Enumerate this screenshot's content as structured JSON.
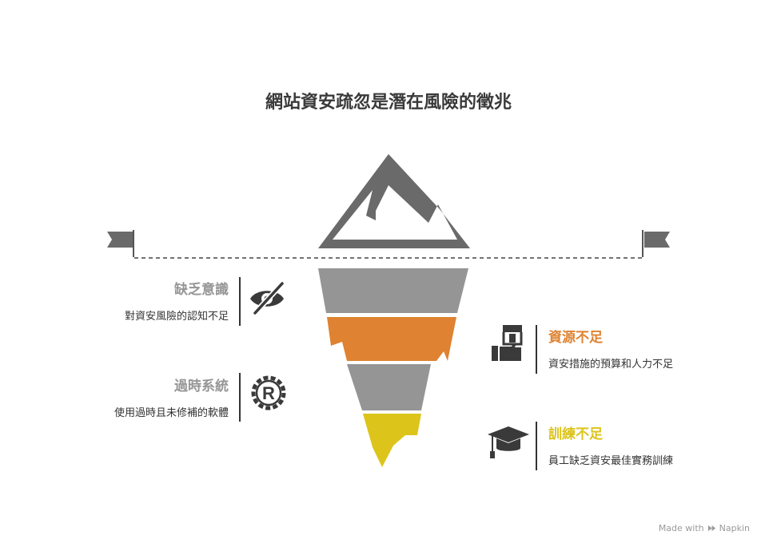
{
  "title": "網站資安疏忽是潛在風險的徵兆",
  "colors": {
    "gray": "#959595",
    "orange": "#df8231",
    "yellow": "#dcc41b",
    "mountain": "#6a6a6a",
    "dark": "#3a3a3a"
  },
  "left_items": [
    {
      "title": "缺乏意識",
      "desc": "對資安風險的認知不足",
      "icon": "eye-slash-icon"
    },
    {
      "title": "過時系統",
      "desc": "使用過時且未修補的軟體",
      "icon": "registered-gear-icon"
    }
  ],
  "right_items": [
    {
      "title": "資源不足",
      "desc": "資安措施的預算和人力不足",
      "icon": "hand-money-icon"
    },
    {
      "title": "訓練不足",
      "desc": "員工缺乏資安最佳實務訓練",
      "icon": "graduation-cap-icon"
    }
  ],
  "footer": {
    "made_with": "Made with",
    "brand": "Napkin"
  }
}
